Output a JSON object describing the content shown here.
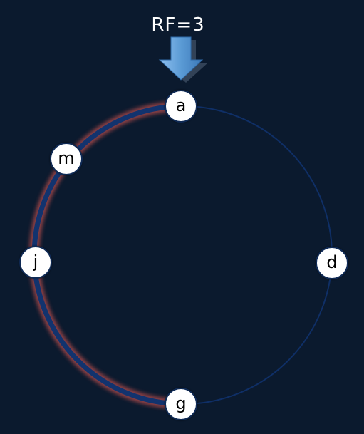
{
  "replication_label": "RF=3",
  "nodes": [
    {
      "id": "a",
      "label": "a"
    },
    {
      "id": "m",
      "label": "m"
    },
    {
      "id": "j",
      "label": "j"
    },
    {
      "id": "g",
      "label": "g"
    },
    {
      "id": "d",
      "label": "d"
    }
  ],
  "colors": {
    "background": "#0b1a2e",
    "ring": "#0f2f66",
    "replica_arc": "#12336e",
    "replica_glow": "#c0504d",
    "arrow": "#5b9bd5",
    "node_fill": "#ffffff"
  },
  "icons": {
    "write_arrow": "down-arrow-icon"
  }
}
